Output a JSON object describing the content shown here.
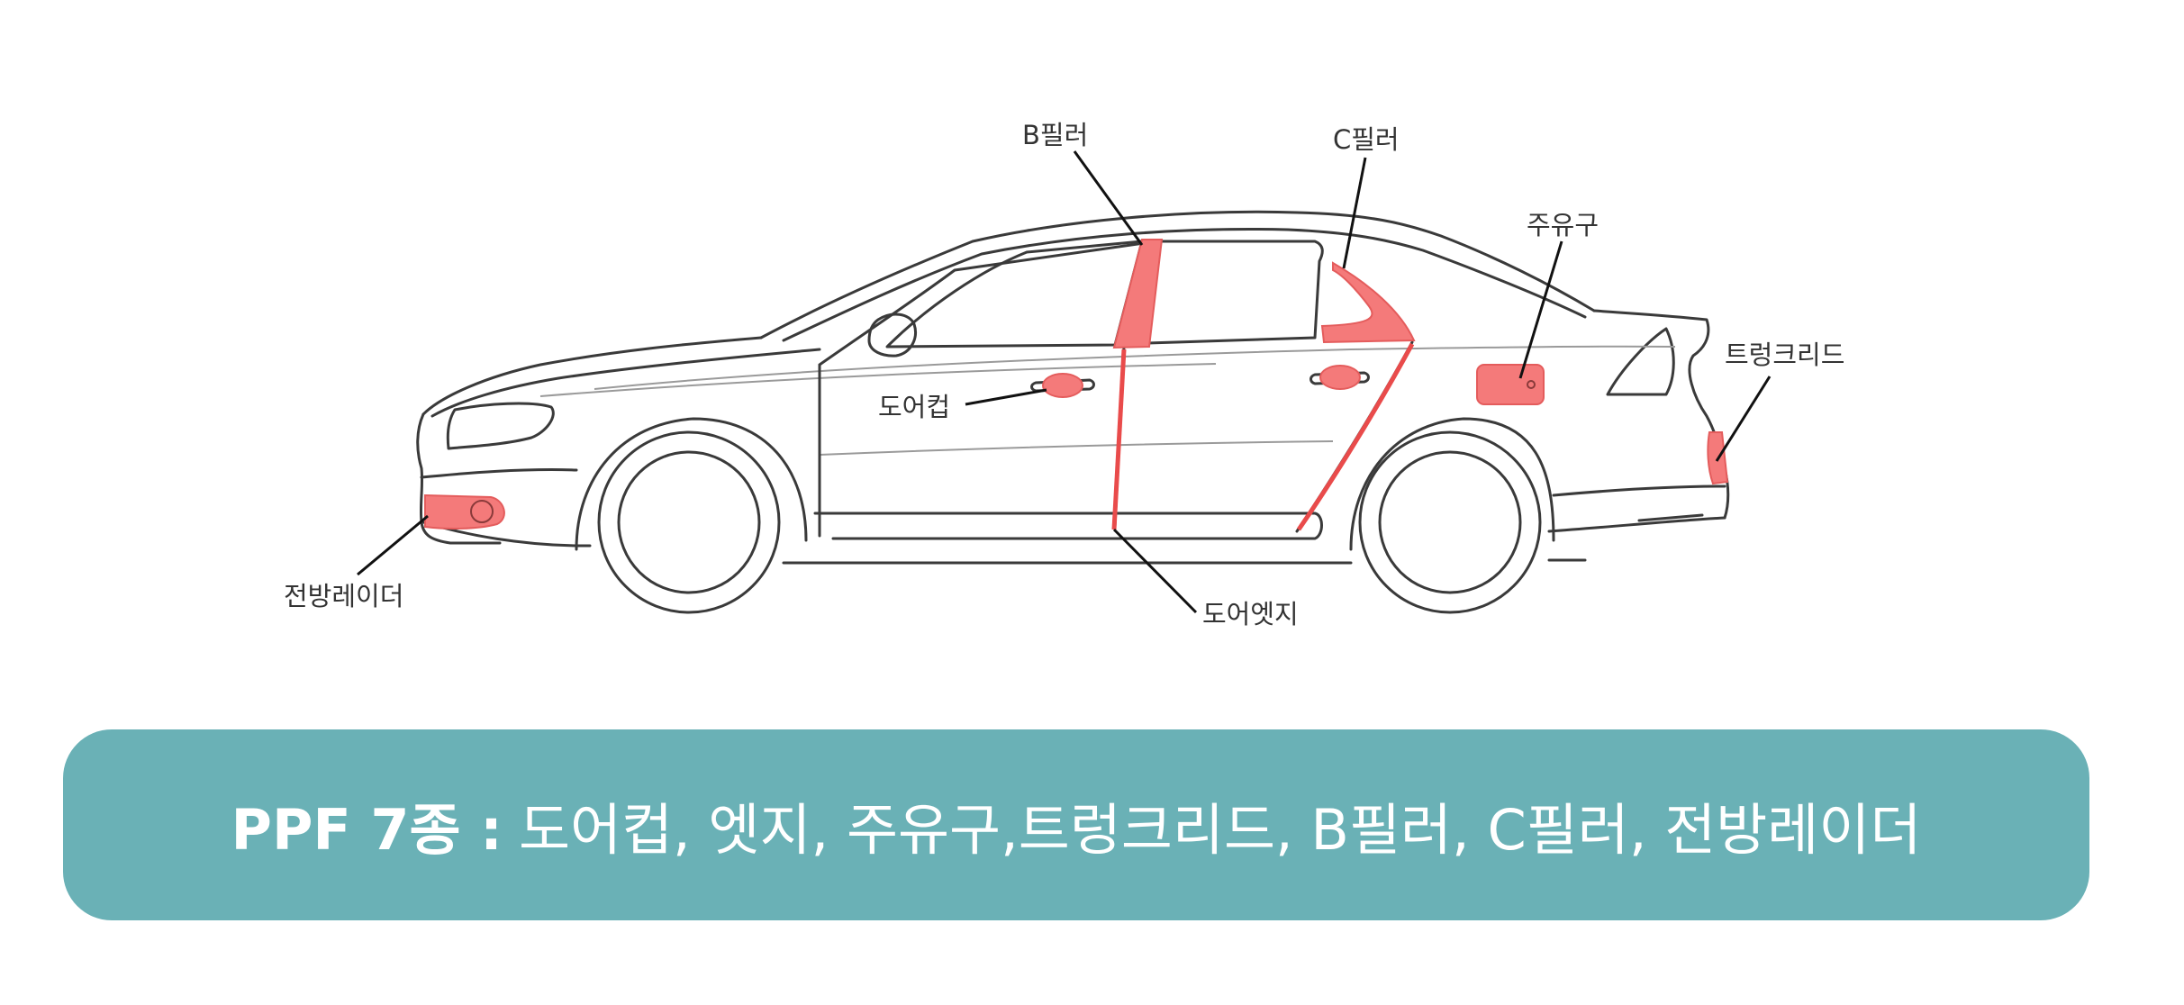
{
  "callouts": {
    "b_pillar": "B필러",
    "c_pillar": "C필러",
    "fuel_cap": "주유구",
    "trunk_lid": "트렁크리드",
    "door_cup": "도어컵",
    "front_radar": "전방레이더",
    "door_edge": "도어엣지"
  },
  "summary": {
    "title": "PPF 7종 :",
    "items": "도어컵, 엣지, 주유구,트렁크리드, B필러, C필러, 전방레이더"
  },
  "colors": {
    "ppf_highlight": "#f47a7a",
    "banner_background": "#6ab1b6",
    "banner_text": "#ffffff"
  }
}
